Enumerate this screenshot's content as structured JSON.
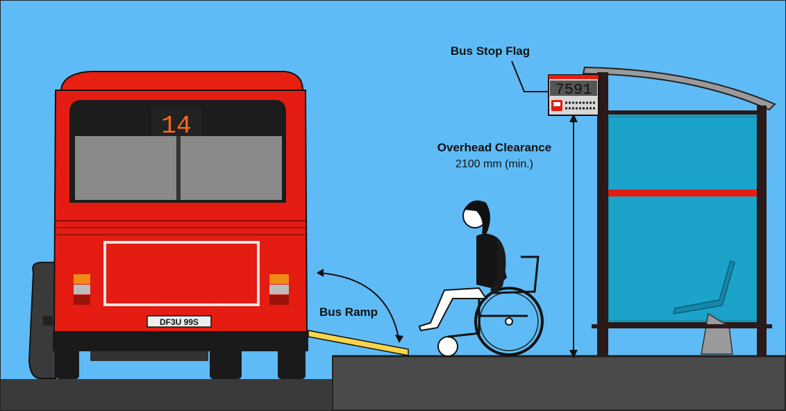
{
  "labels": {
    "bus_stop_flag": "Bus Stop Flag",
    "overhead_clearance_title": "Overhead Clearance",
    "overhead_clearance_value": "2100 mm (min.)",
    "bus_ramp": "Bus Ramp"
  },
  "bus": {
    "route_number": "14",
    "license_plate": "DF3U 99S"
  },
  "bus_stop_flag_sign": {
    "stop_number": "7591"
  },
  "colors": {
    "sky": "#5FBBF5",
    "bus_red": "#E41C12",
    "ground": "#3A3A3A",
    "platform": "#4A4A4A",
    "ramp": "#F8D54A",
    "shelter_glass": "#1BA3C9",
    "shelter_frame": "#2B1A1A"
  }
}
